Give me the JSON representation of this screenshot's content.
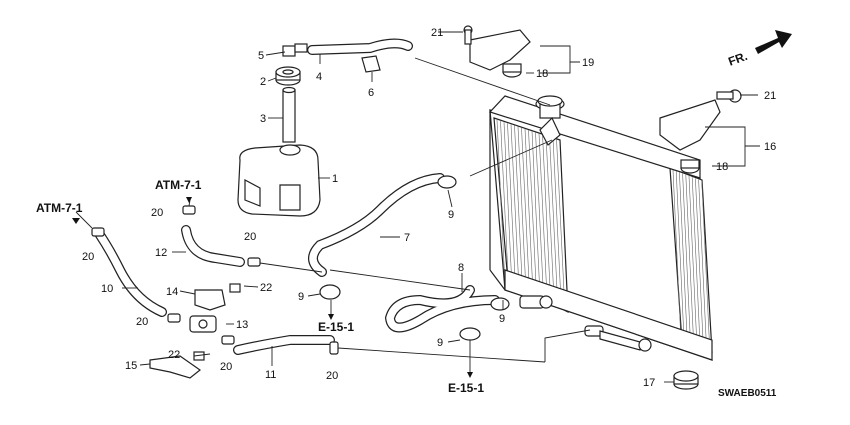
{
  "diagram": {
    "part_labels": [
      {
        "id": "p1",
        "text": "1"
      },
      {
        "id": "p2",
        "text": "2"
      },
      {
        "id": "p3",
        "text": "3"
      },
      {
        "id": "p4",
        "text": "4"
      },
      {
        "id": "p5",
        "text": "5"
      },
      {
        "id": "p6",
        "text": "6"
      },
      {
        "id": "p7",
        "text": "7"
      },
      {
        "id": "p8",
        "text": "8"
      },
      {
        "id": "p9a",
        "text": "9"
      },
      {
        "id": "p9b",
        "text": "9"
      },
      {
        "id": "p9c",
        "text": "9"
      },
      {
        "id": "p9d",
        "text": "9"
      },
      {
        "id": "p10",
        "text": "10"
      },
      {
        "id": "p11",
        "text": "11"
      },
      {
        "id": "p12",
        "text": "12"
      },
      {
        "id": "p13",
        "text": "13"
      },
      {
        "id": "p14",
        "text": "14"
      },
      {
        "id": "p15",
        "text": "15"
      },
      {
        "id": "p16",
        "text": "16"
      },
      {
        "id": "p17",
        "text": "17"
      },
      {
        "id": "p18a",
        "text": "18"
      },
      {
        "id": "p18b",
        "text": "18"
      },
      {
        "id": "p19",
        "text": "19"
      },
      {
        "id": "p20a",
        "text": "20"
      },
      {
        "id": "p20b",
        "text": "20"
      },
      {
        "id": "p20c",
        "text": "20"
      },
      {
        "id": "p20d",
        "text": "20"
      },
      {
        "id": "p20e",
        "text": "20"
      },
      {
        "id": "p20f",
        "text": "20"
      },
      {
        "id": "p21a",
        "text": "21"
      },
      {
        "id": "p21b",
        "text": "21"
      },
      {
        "id": "p22a",
        "text": "22"
      },
      {
        "id": "p22b",
        "text": "22"
      }
    ],
    "references": {
      "atm_a": "ATM-7-1",
      "atm_b": "ATM-7-1",
      "e15_a": "E-15-1",
      "e15_b": "E-15-1"
    },
    "direction": "FR.",
    "diagram_code": "SWAEB0511"
  }
}
